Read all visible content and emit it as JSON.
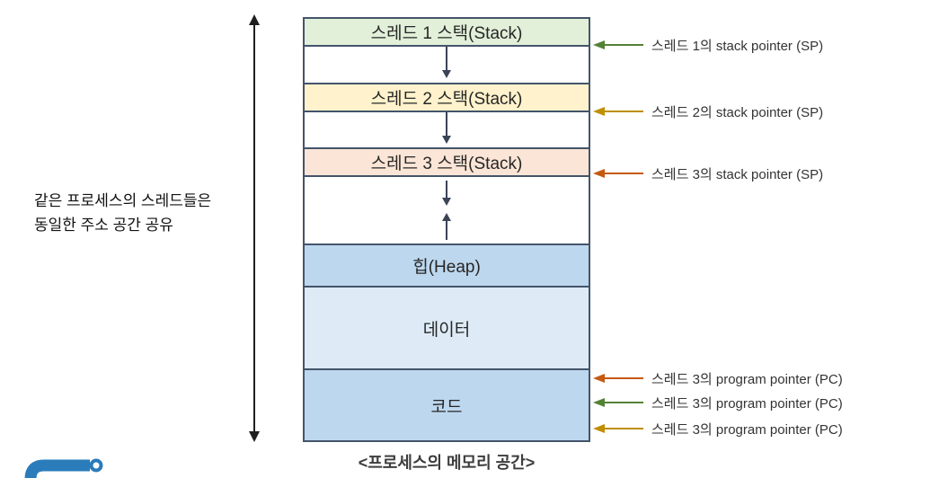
{
  "page": {
    "caption": "<프로세스의 메모리 공간>",
    "left_note_line1": "같은 프로세스의 스레드들은",
    "left_note_line2": "동일한 주소 공간 공유"
  },
  "memory_box": {
    "sections": {
      "thread1_stack": {
        "label": "스레드 1 스택(Stack)",
        "bg": "#e2efd9"
      },
      "thread2_stack": {
        "label": "스레드 2 스택(Stack)",
        "bg": "#fff2cc"
      },
      "thread3_stack": {
        "label": "스레드 3 스택(Stack)",
        "bg": "#fbe5d6"
      },
      "heap": {
        "label": "힙(Heap)",
        "bg": "#bdd7ee"
      },
      "data": {
        "label": "데이터",
        "bg": "#deebf7"
      },
      "code": {
        "label": "코드",
        "bg": "#bdd7ee"
      }
    },
    "border_color": "#44546a",
    "growth_arrow_color": "#3a4456"
  },
  "pointers": {
    "sp1": {
      "label": "스레드 1의 stack pointer (SP)",
      "arrow_color": "#548235"
    },
    "sp2": {
      "label": "스레드 2의 stack pointer (SP)",
      "arrow_color": "#bf8f00"
    },
    "sp3": {
      "label": "스레드 3의 stack pointer (SP)",
      "arrow_color": "#c55a11"
    },
    "pc1": {
      "label": "스레드 3의 program pointer (PC)",
      "arrow_color": "#c55a11"
    },
    "pc2": {
      "label": "스레드 3의 program pointer (PC)",
      "arrow_color": "#548235"
    },
    "pc3": {
      "label": "스레드 3의 program pointer (PC)",
      "arrow_color": "#bf8f00"
    }
  },
  "logo": {
    "name": "brand-logo",
    "color": "#2b7cba"
  }
}
